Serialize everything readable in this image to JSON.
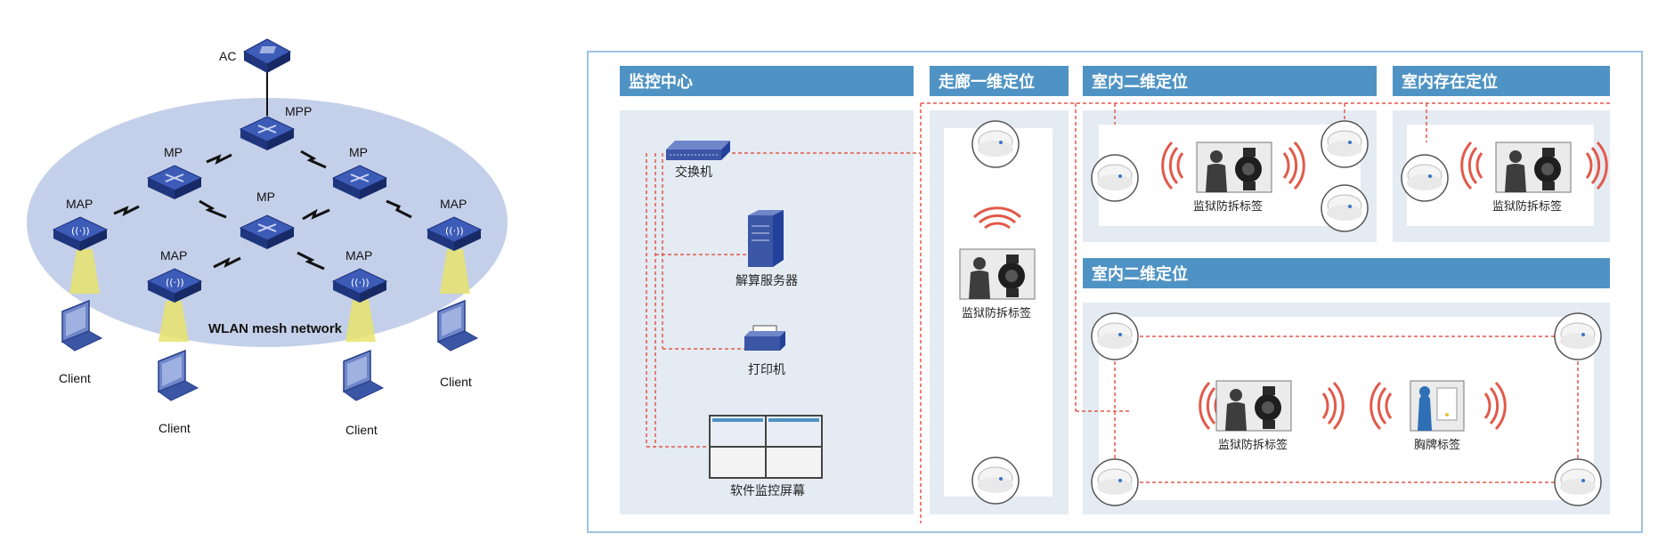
{
  "mesh": {
    "ac_label": "AC",
    "mpp_label": "MPP",
    "mp_labels": [
      "MP",
      "MP",
      "MP"
    ],
    "map_labels": [
      "MAP",
      "MAP",
      "MAP",
      "MAP"
    ],
    "network_label": "WLAN mesh network",
    "client_labels": [
      "Client",
      "Client",
      "Client",
      "Client"
    ]
  },
  "system": {
    "section_headers": {
      "monitor_center": "监控中心",
      "corridor_1d": "走廊一维定位",
      "indoor_2d_top": "室内二维定位",
      "indoor_presence": "室内存在定位",
      "indoor_2d_bottom": "室内二维定位"
    },
    "devices": {
      "switch": "交换机",
      "server": "解算服务器",
      "printer": "打印机",
      "monitor_screens": "软件监控屏幕"
    },
    "tags": {
      "corridor": "监狱防拆标签",
      "indoor_top": "监狱防拆标签",
      "presence": "监狱防拆标签",
      "indoor_bottom_left": "监狱防拆标签",
      "badge": "胸牌标签"
    }
  },
  "colors": {
    "header_blue": "#4f93c4",
    "panel_bg": "#e4ebf3",
    "device_navy": "#23409a",
    "mesh_ellipse": "#c4d0ea",
    "dashed_red": "#e2594a"
  }
}
